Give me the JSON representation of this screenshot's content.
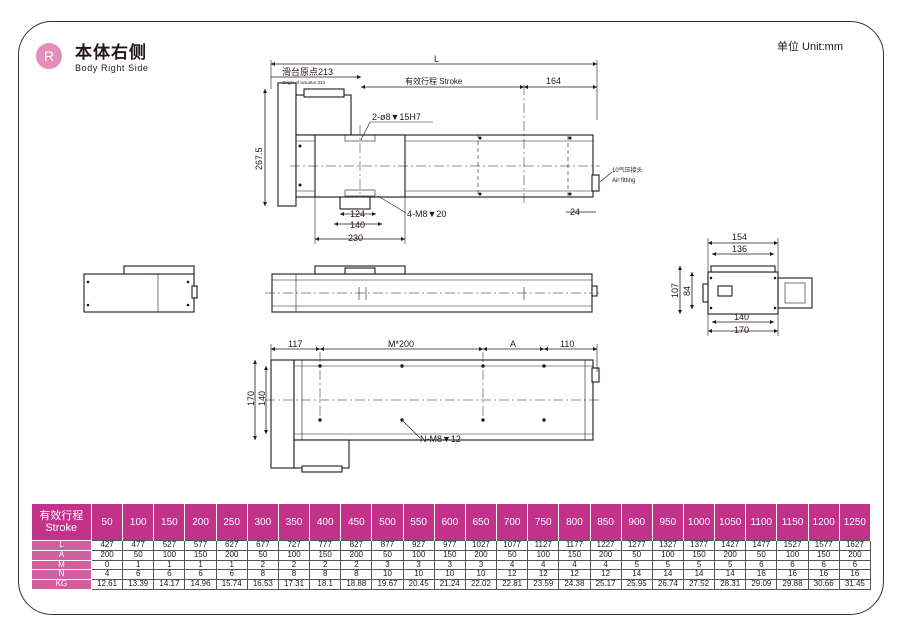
{
  "header": {
    "badge": "R",
    "title_zh": "本体右侧",
    "title_en": "Body Right Side",
    "unit": "单位 Unit:mm"
  },
  "drawing_labels": {
    "L": "L",
    "origin_zh": "滑台原点213",
    "origin_en": "Origin of actuator:213",
    "stroke": "有效行程 Stroke",
    "d164": "164",
    "hole1": "2-ø8▼15H7",
    "d267_5": "267.5",
    "air_zh": "10气压接头",
    "air_en": "Air fitting",
    "d124": "124",
    "hole2": "4-M8▼20",
    "d24": "24",
    "d140": "140",
    "d230": "230",
    "d154": "154",
    "d136": "136",
    "d107": "107",
    "d84": "84",
    "d140b": "140",
    "d170": "170",
    "d117": "117",
    "m200": "M*200",
    "A": "A",
    "d110": "110",
    "d170b": "170",
    "d140c": "140",
    "hole3": "N-M8▼12"
  },
  "table": {
    "header_zh": "有效行程",
    "header_en": "Stroke",
    "strokes": [
      "50",
      "100",
      "150",
      "200",
      "250",
      "300",
      "350",
      "400",
      "450",
      "500",
      "550",
      "600",
      "650",
      "700",
      "750",
      "800",
      "850",
      "900",
      "950",
      "1000",
      "1050",
      "1100",
      "1150",
      "1200",
      "1250"
    ],
    "rows": [
      {
        "label": "L",
        "values": [
          "427",
          "477",
          "527",
          "577",
          "627",
          "677",
          "727",
          "777",
          "827",
          "877",
          "927",
          "977",
          "1027",
          "1077",
          "1127",
          "1177",
          "1227",
          "1277",
          "1327",
          "1377",
          "1427",
          "1477",
          "1527",
          "1577",
          "1627"
        ]
      },
      {
        "label": "A",
        "values": [
          "200",
          "50",
          "100",
          "150",
          "200",
          "50",
          "100",
          "150",
          "200",
          "50",
          "100",
          "150",
          "200",
          "50",
          "100",
          "150",
          "200",
          "50",
          "100",
          "150",
          "200",
          "50",
          "100",
          "150",
          "200"
        ]
      },
      {
        "label": "M",
        "values": [
          "0",
          "1",
          "1",
          "1",
          "1",
          "2",
          "2",
          "2",
          "2",
          "3",
          "3",
          "3",
          "3",
          "4",
          "4",
          "4",
          "4",
          "5",
          "5",
          "5",
          "5",
          "6",
          "6",
          "6",
          "6"
        ]
      },
      {
        "label": "N",
        "values": [
          "4",
          "6",
          "6",
          "6",
          "6",
          "8",
          "8",
          "8",
          "8",
          "10",
          "10",
          "10",
          "10",
          "12",
          "12",
          "12",
          "12",
          "14",
          "14",
          "14",
          "14",
          "16",
          "16",
          "16",
          "16"
        ]
      },
      {
        "label": "KG",
        "values": [
          "12.61",
          "13.39",
          "14.17",
          "14.96",
          "15.74",
          "16.53",
          "17.31",
          "18.1",
          "18.88",
          "19.67",
          "20.45",
          "21.24",
          "22.02",
          "22.81",
          "23.59",
          "24.38",
          "25.17",
          "25.95",
          "26.74",
          "27.52",
          "28.31",
          "29.09",
          "29.88",
          "30.66",
          "31.45"
        ]
      }
    ]
  }
}
